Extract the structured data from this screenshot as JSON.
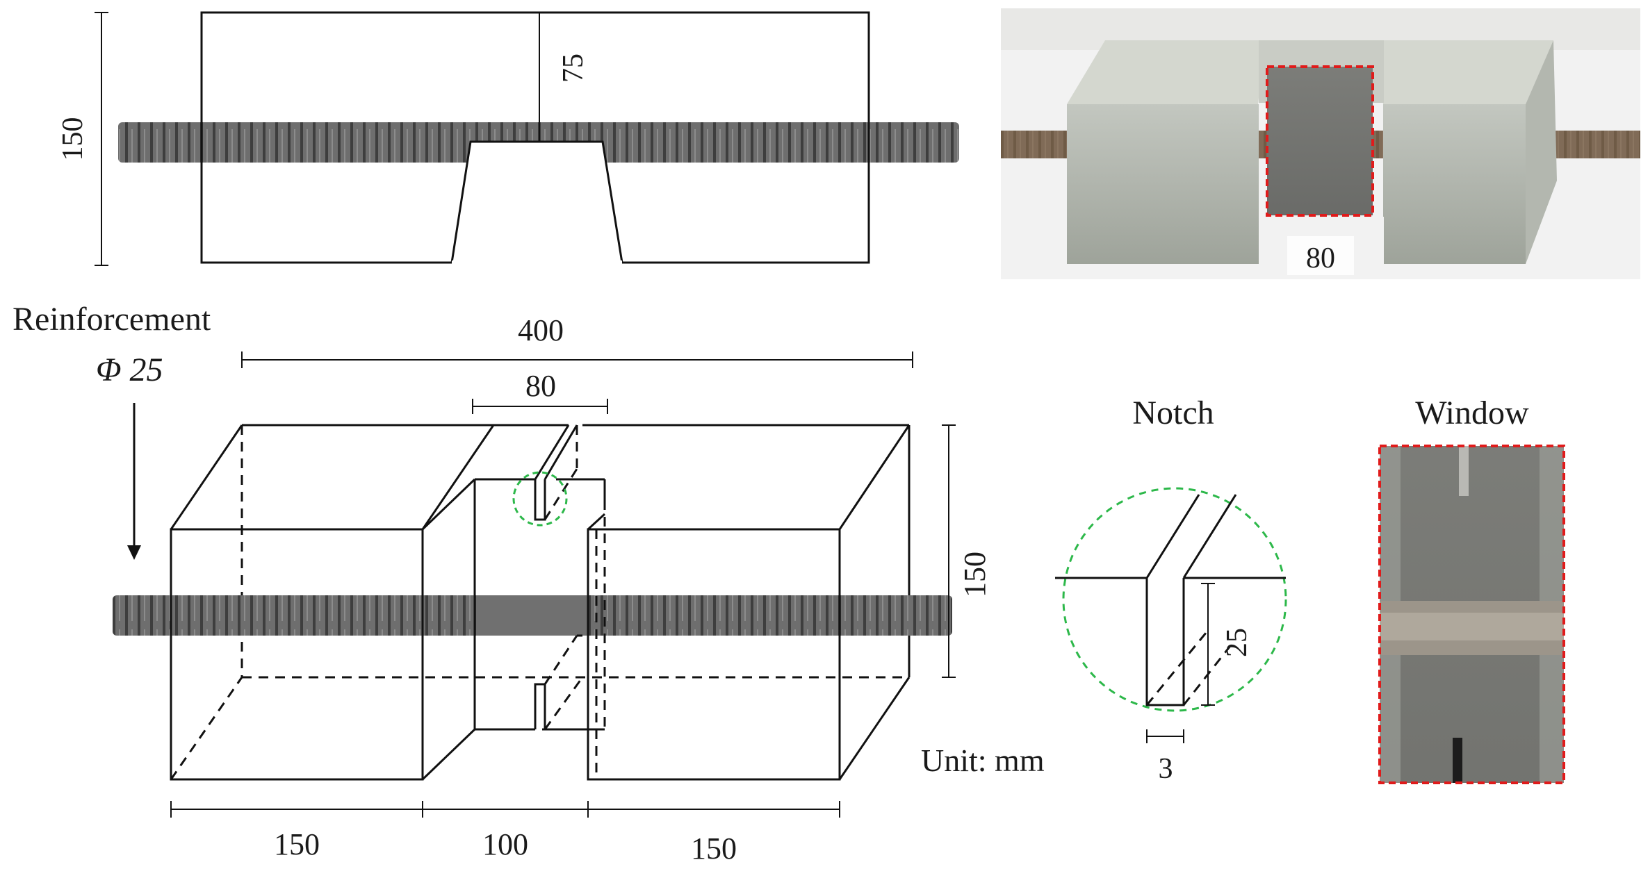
{
  "side_view": {
    "height_label": "150",
    "depth_label": "75"
  },
  "photo": {
    "width_label": "80"
  },
  "iso_view": {
    "rebar_label_line1": "Reinforcement",
    "rebar_label_line2": "Φ 25",
    "length_label": "400",
    "notch_spacing_label": "80",
    "height_label": "150",
    "segment_labels": [
      "150",
      "100",
      "150"
    ]
  },
  "notch_detail": {
    "title": "Notch",
    "depth_label": "25",
    "width_label": "3"
  },
  "window_detail": {
    "title": "Window"
  },
  "unit_label": "Unit: mm",
  "colors": {
    "rebar": "#6e6e6e",
    "concrete_photo": "#a9ada6",
    "window_box": "#e01b1b",
    "notch_circle": "#2db84a"
  }
}
